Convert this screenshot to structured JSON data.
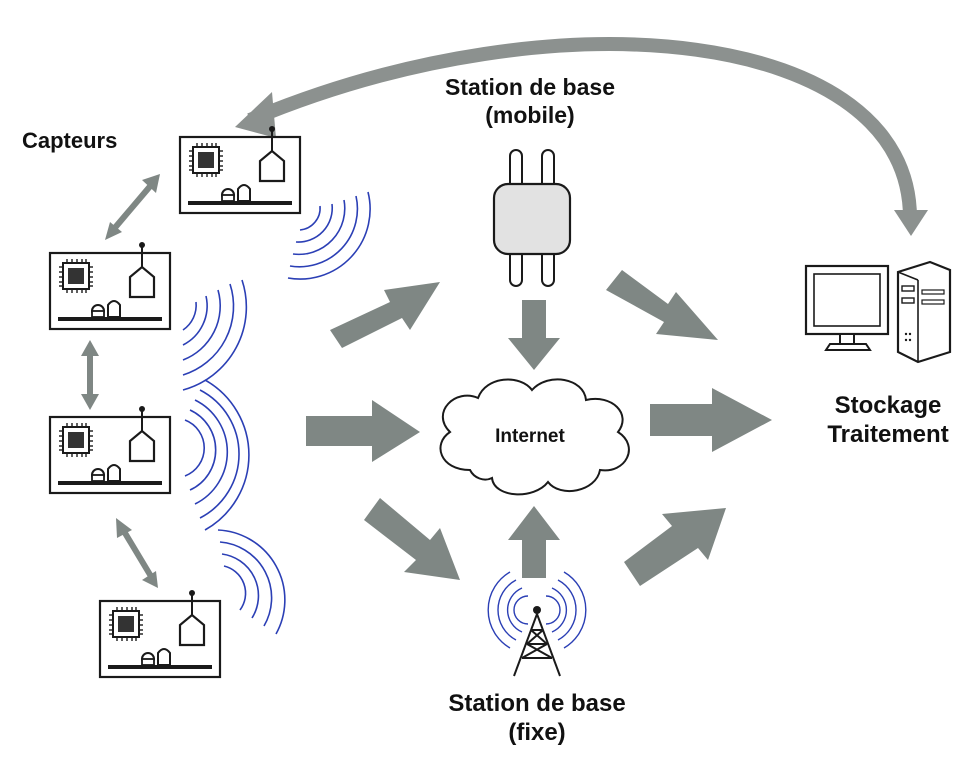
{
  "labels": {
    "capteurs": "Capteurs",
    "station_mobile_line1": "Station de base",
    "station_mobile_line2": "(mobile)",
    "internet": "Internet",
    "storage_line1": "Stockage",
    "storage_line2": "Traitement",
    "station_fixe_line1": "Station de base",
    "station_fixe_line2": "(fixe)"
  },
  "colors": {
    "arrow_fill": "#7f8784",
    "wave_stroke": "#2b3fb5",
    "outline": "#1a1a1a",
    "station_body": "#e2e2e2"
  },
  "icons": {
    "sensor_board": "sensor-board-icon",
    "mobile_station": "mobile-base-station-icon",
    "cloud": "internet-cloud-icon",
    "fixed_station": "antenna-tower-icon",
    "computer": "desktop-computer-icon"
  }
}
